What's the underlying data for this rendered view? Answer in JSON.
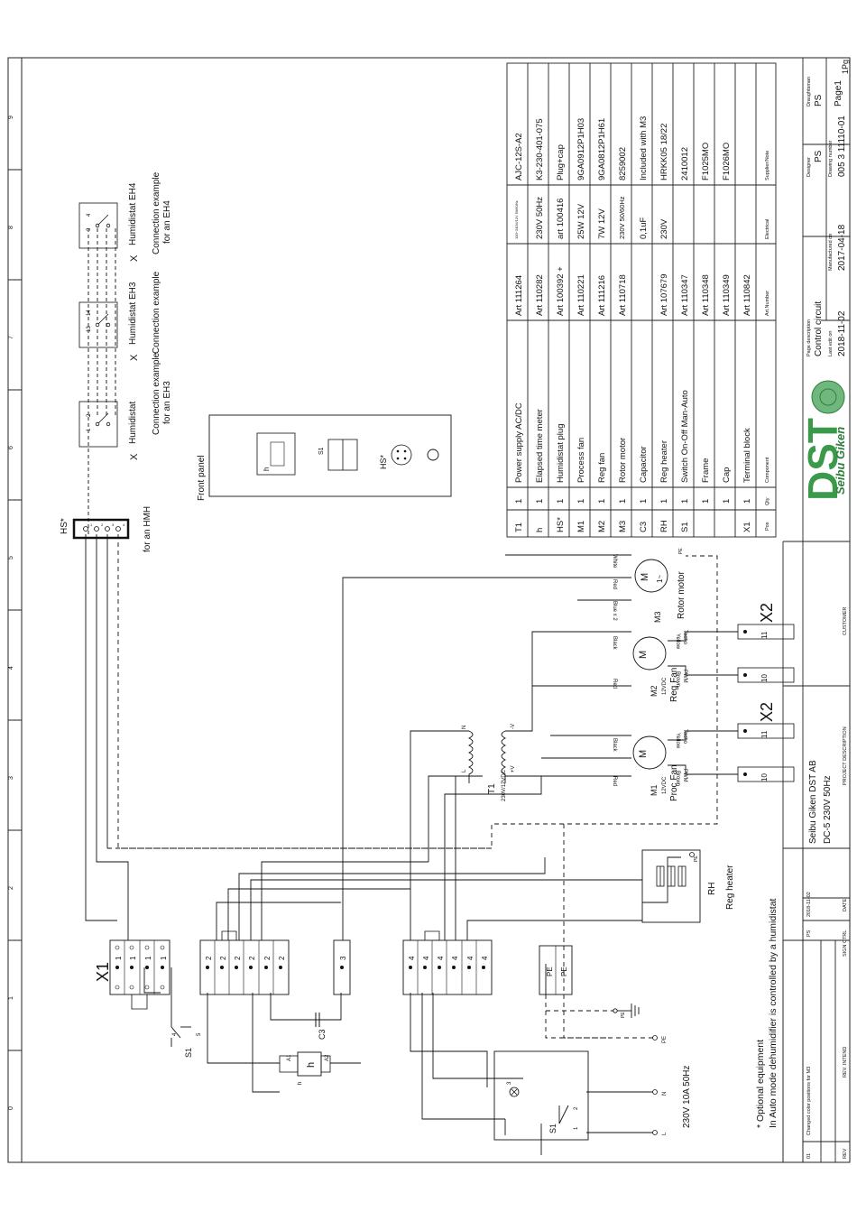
{
  "grid_numbers": [
    "0",
    "1",
    "2",
    "3",
    "4",
    "5",
    "6",
    "7",
    "8",
    "9"
  ],
  "bom": {
    "header": {
      "pos": "Pos",
      "qty": "Qty",
      "component": "Component",
      "artno": "Art.Number",
      "electrical": "Electrical",
      "supplier": "Supplier/Note"
    },
    "rows": [
      {
        "pos": "T1",
        "qty": "1",
        "component": "Power supply AC/DC",
        "artno": "Art 111264",
        "electrical": "100~240V/12V 50/60Hz",
        "supplier": "AJC-12S-A2"
      },
      {
        "pos": "h",
        "qty": "1",
        "component": "Elapsed time meter",
        "artno": "Art 110282",
        "electrical": "230V 50Hz",
        "supplier": "K3-230-401-075"
      },
      {
        "pos": "HS*",
        "qty": "1",
        "component": "Humidistat plug",
        "artno": "Art 100392 +",
        "electrical": "art 100416",
        "supplier": "Plug+cap"
      },
      {
        "pos": "M1",
        "qty": "1",
        "component": "Process fan",
        "artno": "Art 110221",
        "electrical": "25W 12V",
        "supplier": "9GA0912P1H03"
      },
      {
        "pos": "M2",
        "qty": "1",
        "component": "Reg fan",
        "artno": "Art 111216",
        "electrical": "7W 12V",
        "supplier": "9GA0812P1H61"
      },
      {
        "pos": "M3",
        "qty": "1",
        "component": "Rotor motor",
        "artno": "Art 110718",
        "electrical": "230V 50/60Hz",
        "supplier": "8259002"
      },
      {
        "pos": "C3",
        "qty": "1",
        "component": "Capacitor",
        "artno": "",
        "electrical": "0,1uF",
        "supplier": "Included with M3"
      },
      {
        "pos": "RH",
        "qty": "1",
        "component": "Reg heater",
        "artno": "Art 107679",
        "electrical": "230V",
        "supplier": "HRKK05 18/22"
      },
      {
        "pos": "S1",
        "qty": "1",
        "component": "Switch On-Off Man-Auto",
        "artno": "Art 110347",
        "electrical": "",
        "supplier": "2410012"
      },
      {
        "pos": "",
        "qty": "1",
        "component": "Frame",
        "artno": "Art 110348",
        "electrical": "",
        "supplier": "F1025MO"
      },
      {
        "pos": "",
        "qty": "1",
        "component": "Cap",
        "artno": "Art 110349",
        "electrical": "",
        "supplier": "F1026MO"
      },
      {
        "pos": "X1",
        "qty": "1",
        "component": "Terminal block",
        "artno": "Art 110842",
        "electrical": "",
        "supplier": ""
      }
    ]
  },
  "title_block": {
    "logo_text": "DST",
    "logo_sub": "Seibu Giken",
    "page_desc_label": "Page description",
    "page_desc": "Control circuit",
    "last_edit_label": "Last edit on",
    "last_edit": "2018-11-02",
    "manufactured_label": "Manufactured on",
    "manufactured": "2017-04-18",
    "designer_label": "Designer",
    "designer": "PS",
    "draughtsman_label": "Draughtsman",
    "draughtsman": "PS",
    "drawing_no_label": "Drawing number",
    "drawing_no": "005 3 11110-01",
    "page": "Page1",
    "pages": "1Pg",
    "customer_label": "CUSTOMER",
    "project_label": "PROJECT DESCRIPTION",
    "project_company": "Seibu Giken DST AB",
    "project_model": "DC-5 230V 50Hz",
    "rev_row": {
      "rev": "01",
      "intend": "Changed color positions for M3",
      "ctrl": "PS",
      "date": "2018-11-02"
    },
    "rev_labels": {
      "rev": "REV",
      "intend": "REV. INTEND",
      "ctrl": "SIGN CTRL",
      "date": "DATE"
    }
  },
  "diagram": {
    "front_panel": "Front panel",
    "fp_h": "h",
    "fp_s1": "S1",
    "fp_hs": "HS*",
    "hs_label": "HS*",
    "for_hmh": "for an HMH",
    "x_mark": "X",
    "humidistat": "Humidistat",
    "conn_eh3": "Connection example",
    "conn_eh3_b": "for an EH3",
    "humidistat_eh3": "Humidistat EH3",
    "conn_eh3_2": "Connection example",
    "humidistat_eh4": "Humidistat EH4",
    "conn_eh4": "Connection example",
    "conn_eh4_b": "for an EH4",
    "x1": "X1",
    "x2": "X2",
    "s1": "S1",
    "c3": "C3",
    "h": "h",
    "a1": "A1",
    "a2": "A2",
    "t1": "T1",
    "t1_spec": "230V/12VDC",
    "t1_l": "L",
    "t1_n": "N",
    "t1_vp": "+V",
    "t1_vm": "-V",
    "m1": "M1",
    "m1_spec": "12VDC",
    "m1_name": "Proc Fan",
    "m2": "M2",
    "m2_spec": "12VDC",
    "m2_name": "Reg Fan",
    "m3": "M3",
    "m3_name": "Rotor motor",
    "motor_m": "M",
    "motor_ac": "1~",
    "rh": "RH",
    "rh_name": "Reg heater",
    "pe": "PE",
    "l": "L",
    "n": "N",
    "supply": "230V 10A 50Hz",
    "footnote1": "* Optional equipment",
    "footnote2": "In Auto mode dehumidifier is controlled by a humidistat",
    "wire_red": "Red",
    "wire_black": "Black",
    "wire_white": "White",
    "wire_yellow": "Yellow",
    "wire_brown": "Brown",
    "wire_blue": "Blue x 2",
    "tacho": "Tacho",
    "pwm": "PWM",
    "t10": "10",
    "t11": "11",
    "x1_terms": [
      "1",
      "1",
      "1",
      "1"
    ],
    "x1_2terms": [
      "2",
      "2",
      "2",
      "2",
      "2",
      "2"
    ],
    "x1_3terms": [
      "3"
    ],
    "x1_4terms": [
      "4",
      "4",
      "4",
      "4",
      "4",
      "4"
    ],
    "s1_4": "4",
    "s1_5": "5",
    "s1_2": "2",
    "s1_1": "1",
    "s1_3": "3",
    "hum_1": "1",
    "hum_2": "2",
    "eh3_13": "13",
    "eh3_14": "14",
    "eh4_3": "3",
    "eh4_4": "4",
    "hs_pins": [
      "1",
      "2",
      "3",
      "4"
    ]
  }
}
